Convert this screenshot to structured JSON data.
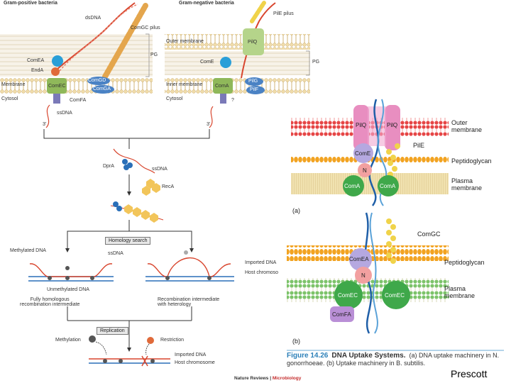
{
  "left_panel": {
    "gram_pos_title": "Gram-positive bacteria",
    "gram_neg_title": "Gram-negative bacteria",
    "dsdna": "dsDNA",
    "comgc_pilus": "ComGC pilus",
    "pile_pilus": "PilE pilus",
    "outer_membrane": "Outer membrane",
    "pilq": "PilQ",
    "comea": "ComEA",
    "ende": "EndA",
    "pg_left": "PG",
    "pg_right": "PG",
    "come": "ComE",
    "comgd": "ComGD",
    "comga": "ComGA",
    "pilg": "PilG",
    "pilf": "PilF",
    "membrane": "Membrane",
    "inner_membrane": "Inner membrane",
    "comec": "ComEC",
    "coma": "ComA",
    "cytosol_left": "Cytosol",
    "cytosol_right": "Cytosol",
    "comfa": "ComFA",
    "question": "?",
    "ssdna_top": "ssDNA",
    "three_prime_left": "3'",
    "three_prime_right": "3'",
    "dpra": "DprA",
    "ssdna_mid": "ssDNA",
    "reca": "RecA",
    "homology_search": "Homology search",
    "methylated_dna": "Methylated DNA",
    "ssdna_low": "ssDNA",
    "imported_dna_1": "Imported DNA",
    "host_chromo_1": "Host chromoso",
    "unmethylated_dna": "Unmethylated DNA",
    "fully_homologous": "Fully homologous\nrecombination intermediate",
    "recomb_heterology": "Recombination intermediate\nwith heterology",
    "replication": "Replication",
    "methylation": "Methylation",
    "restriction": "Restriction",
    "imported_dna_2": "Imported DNA",
    "host_chromosome_2": "Host chromosome",
    "nature_reviews": "Nature Reviews",
    "microbiology": "Microbiology"
  },
  "panel_a": {
    "pilq_left": "PilQ",
    "pilq_right": "PilQ",
    "come": "ComE",
    "n": "N",
    "coma_left": "ComA",
    "coma_right": "ComA",
    "outer_membrane": "Outer\nmembrane",
    "pile": "PilE",
    "peptidoglycan": "Peptidoglycan",
    "plasma_membrane": "Plasma\nmembrane",
    "label": "(a)"
  },
  "panel_b": {
    "comgc": "ComGC",
    "comea": "ComEA",
    "n": "N",
    "comec_left": "ComEC",
    "comec_right": "ComEC",
    "comfa": "ComFA",
    "peptidoglycan": "Peptidoglycan",
    "plasma_membrane": "Plasma\nmembrane",
    "label": "(b)"
  },
  "caption": {
    "figure": "Figure 14.26",
    "title": "DNA Uptake Systems.",
    "text": "(a) DNA uptake machinery in N. gonorrhoeae. (b) Uptake machinery in B. subtilis."
  },
  "credit": "Prescott"
}
